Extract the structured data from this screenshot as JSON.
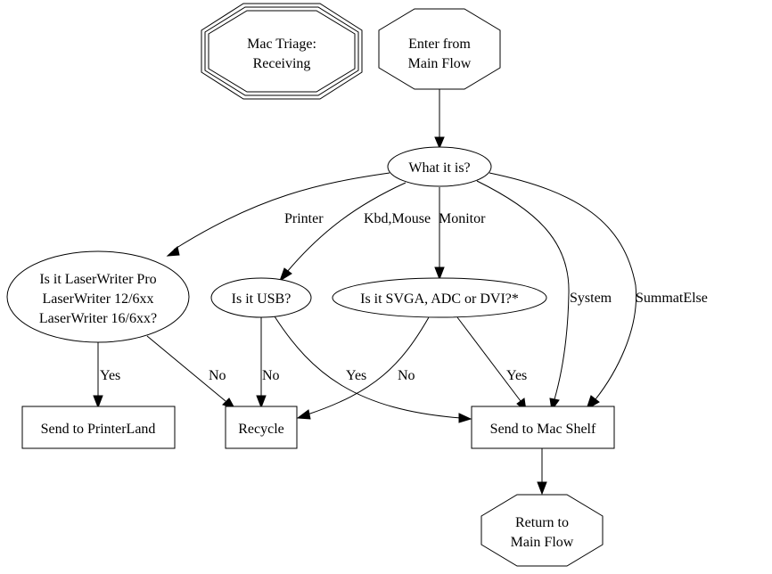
{
  "diagram": {
    "type": "flowchart",
    "nodes": [
      {
        "id": "title",
        "shape": "tripleoctagon",
        "lines": [
          "Mac Triage:",
          "Receiving"
        ]
      },
      {
        "id": "enter",
        "shape": "octagon",
        "lines": [
          "Enter from",
          "Main Flow"
        ]
      },
      {
        "id": "what",
        "shape": "ellipse",
        "lines": [
          "What it is?"
        ]
      },
      {
        "id": "laser",
        "shape": "ellipse",
        "lines": [
          "Is it LaserWriter Pro",
          "LaserWriter 12/6xx",
          "LaserWriter 16/6xx?"
        ]
      },
      {
        "id": "usb",
        "shape": "ellipse",
        "lines": [
          "Is it USB?"
        ]
      },
      {
        "id": "svga",
        "shape": "ellipse",
        "lines": [
          "Is it SVGA, ADC or DVI?*"
        ]
      },
      {
        "id": "printerland",
        "shape": "box",
        "lines": [
          "Send to PrinterLand"
        ]
      },
      {
        "id": "recycle",
        "shape": "box",
        "lines": [
          "Recycle"
        ]
      },
      {
        "id": "macshelf",
        "shape": "box",
        "lines": [
          "Send to Mac Shelf"
        ]
      },
      {
        "id": "return",
        "shape": "octagon",
        "lines": [
          "Return to",
          "Main Flow"
        ]
      }
    ],
    "edges": [
      {
        "from": "enter",
        "to": "what",
        "label": ""
      },
      {
        "from": "what",
        "to": "laser",
        "label": "Printer"
      },
      {
        "from": "what",
        "to": "usb",
        "label": "Kbd,Mouse"
      },
      {
        "from": "what",
        "to": "svga",
        "label": "Monitor"
      },
      {
        "from": "what",
        "to": "macshelf",
        "label": "System"
      },
      {
        "from": "what",
        "to": "macshelf",
        "label": "SummatElse"
      },
      {
        "from": "laser",
        "to": "printerland",
        "label": "Yes"
      },
      {
        "from": "laser",
        "to": "recycle",
        "label": "No"
      },
      {
        "from": "usb",
        "to": "recycle",
        "label": "No"
      },
      {
        "from": "usb",
        "to": "macshelf",
        "label": "Yes"
      },
      {
        "from": "svga",
        "to": "recycle",
        "label": "No"
      },
      {
        "from": "svga",
        "to": "macshelf",
        "label": "Yes"
      },
      {
        "from": "macshelf",
        "to": "return",
        "label": ""
      }
    ]
  }
}
